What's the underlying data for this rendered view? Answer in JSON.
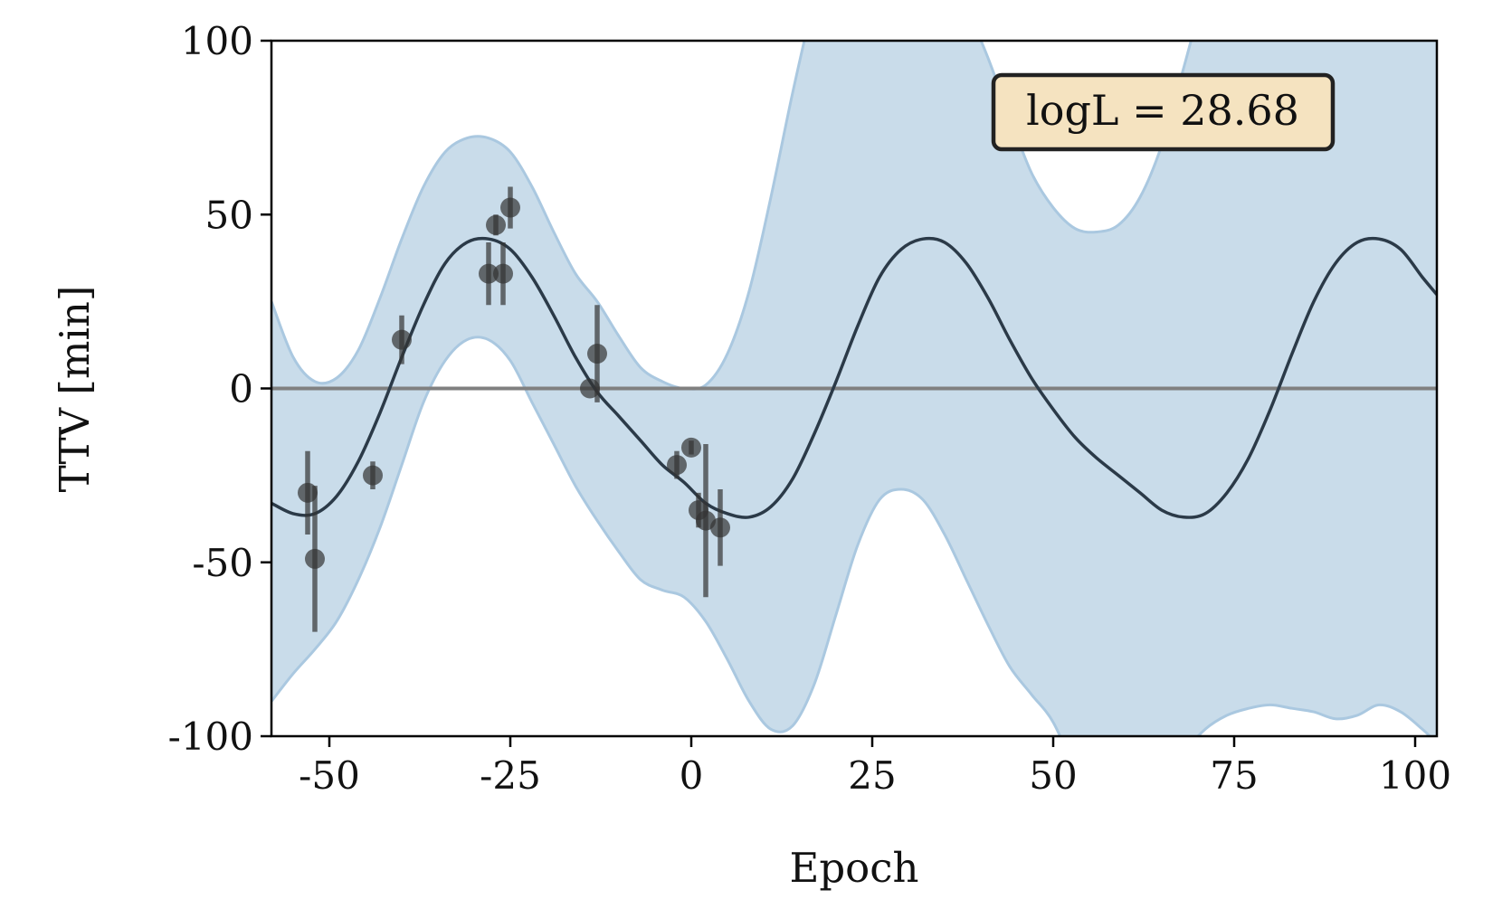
{
  "chart_data": {
    "type": "line",
    "xlabel": "Epoch",
    "ylabel": "TTV [min]",
    "xlim": [
      -58,
      103
    ],
    "ylim": [
      -100,
      100
    ],
    "x_ticks": [
      -50,
      -25,
      0,
      25,
      50,
      75,
      100
    ],
    "y_ticks": [
      -100,
      -50,
      0,
      50,
      100
    ],
    "x_tick_labels": [
      "-50",
      "-25",
      "0",
      "25",
      "50",
      "75",
      "100"
    ],
    "y_tick_labels": [
      "-100",
      "-50",
      "0",
      "50",
      "100"
    ],
    "grid": false,
    "annotation": {
      "text": "logL = 28.68",
      "placement": "top-right"
    },
    "colors": {
      "model_line": "#2b3a48",
      "band_fill": "#c9dcea",
      "band_edge": "#aac8e0",
      "points": "#333333",
      "zero_line": "#808080",
      "annotation_fill": "#f5e3c0",
      "annotation_edge": "#222222"
    },
    "zero_line": {
      "y": 0
    },
    "model": {
      "name": "model",
      "x": [
        -58,
        -55,
        -52,
        -49,
        -46,
        -43,
        -40,
        -37,
        -34,
        -31,
        -28,
        -25,
        -22,
        -19,
        -16,
        -13,
        -10,
        -7,
        -4,
        -1,
        2,
        5,
        8,
        11,
        14,
        17,
        20,
        23,
        26,
        29,
        32,
        35,
        38,
        41,
        44,
        47,
        50,
        53,
        56,
        59,
        62,
        65,
        68,
        71,
        74,
        77,
        80,
        83,
        86,
        89,
        92,
        95,
        98,
        101,
        103
      ],
      "y": [
        -33,
        -36,
        -36,
        -31,
        -21,
        -7,
        9,
        24,
        36,
        42,
        43,
        40,
        32,
        21,
        9,
        -1,
        -8,
        -15,
        -22,
        -27,
        -33,
        -36,
        -37,
        -34,
        -26,
        -13,
        2,
        18,
        32,
        40,
        43,
        42,
        36,
        26,
        14,
        3,
        -6,
        -14,
        -20,
        -25,
        -30,
        -35,
        -37,
        -36,
        -30,
        -20,
        -6,
        10,
        25,
        36,
        42,
        43,
        40,
        32,
        27
      ]
    },
    "band": {
      "name": "uncertainty",
      "x": [
        -58,
        -55,
        -52,
        -49,
        -46,
        -43,
        -40,
        -37,
        -34,
        -31,
        -28,
        -25,
        -22,
        -19,
        -16,
        -13,
        -10,
        -7,
        -4,
        -1,
        2,
        5,
        8,
        11,
        14,
        17,
        20,
        23,
        26,
        29,
        32,
        35,
        38,
        41,
        44,
        47,
        50,
        53,
        56,
        59,
        62,
        65,
        68,
        71,
        74,
        77,
        80,
        83,
        86,
        89,
        92,
        95,
        98,
        101,
        103
      ],
      "upper": [
        25,
        9,
        2,
        3,
        11,
        26,
        43,
        58,
        68,
        72,
        72,
        68,
        58,
        45,
        33,
        25,
        15,
        6,
        2,
        0,
        1,
        10,
        28,
        55,
        85,
        112,
        135,
        150,
        152,
        148,
        140,
        125,
        110,
        95,
        78,
        62,
        52,
        46,
        45,
        47,
        55,
        70,
        92,
        115,
        135,
        150,
        155,
        150,
        140,
        130,
        120,
        115,
        110,
        105,
        100
      ],
      "lower": [
        -90,
        -82,
        -75,
        -67,
        -55,
        -40,
        -22,
        -4,
        8,
        14,
        14,
        8,
        -4,
        -16,
        -28,
        -38,
        -47,
        -55,
        -58,
        -60,
        -67,
        -78,
        -90,
        -98,
        -97,
        -85,
        -65,
        -45,
        -32,
        -29,
        -32,
        -42,
        -55,
        -68,
        -80,
        -88,
        -96,
        -110,
        -125,
        -130,
        -125,
        -115,
        -105,
        -98,
        -94,
        -92,
        -91,
        -92,
        -93,
        -95,
        -94,
        -91,
        -93,
        -98,
        -102
      ]
    },
    "points": {
      "name": "observations",
      "x": [
        -53,
        -52,
        -44,
        -40,
        -28,
        -27,
        -26,
        -25,
        -14,
        -13,
        -2,
        0,
        1,
        2,
        4
      ],
      "y": [
        -30,
        -49,
        -25,
        14,
        33,
        47,
        33,
        52,
        0,
        10,
        -22,
        -17,
        -35,
        -38,
        -40
      ],
      "yerr": [
        12,
        21,
        4,
        7,
        9,
        3,
        9,
        6,
        0,
        14,
        4,
        2,
        5,
        22,
        11
      ]
    }
  }
}
